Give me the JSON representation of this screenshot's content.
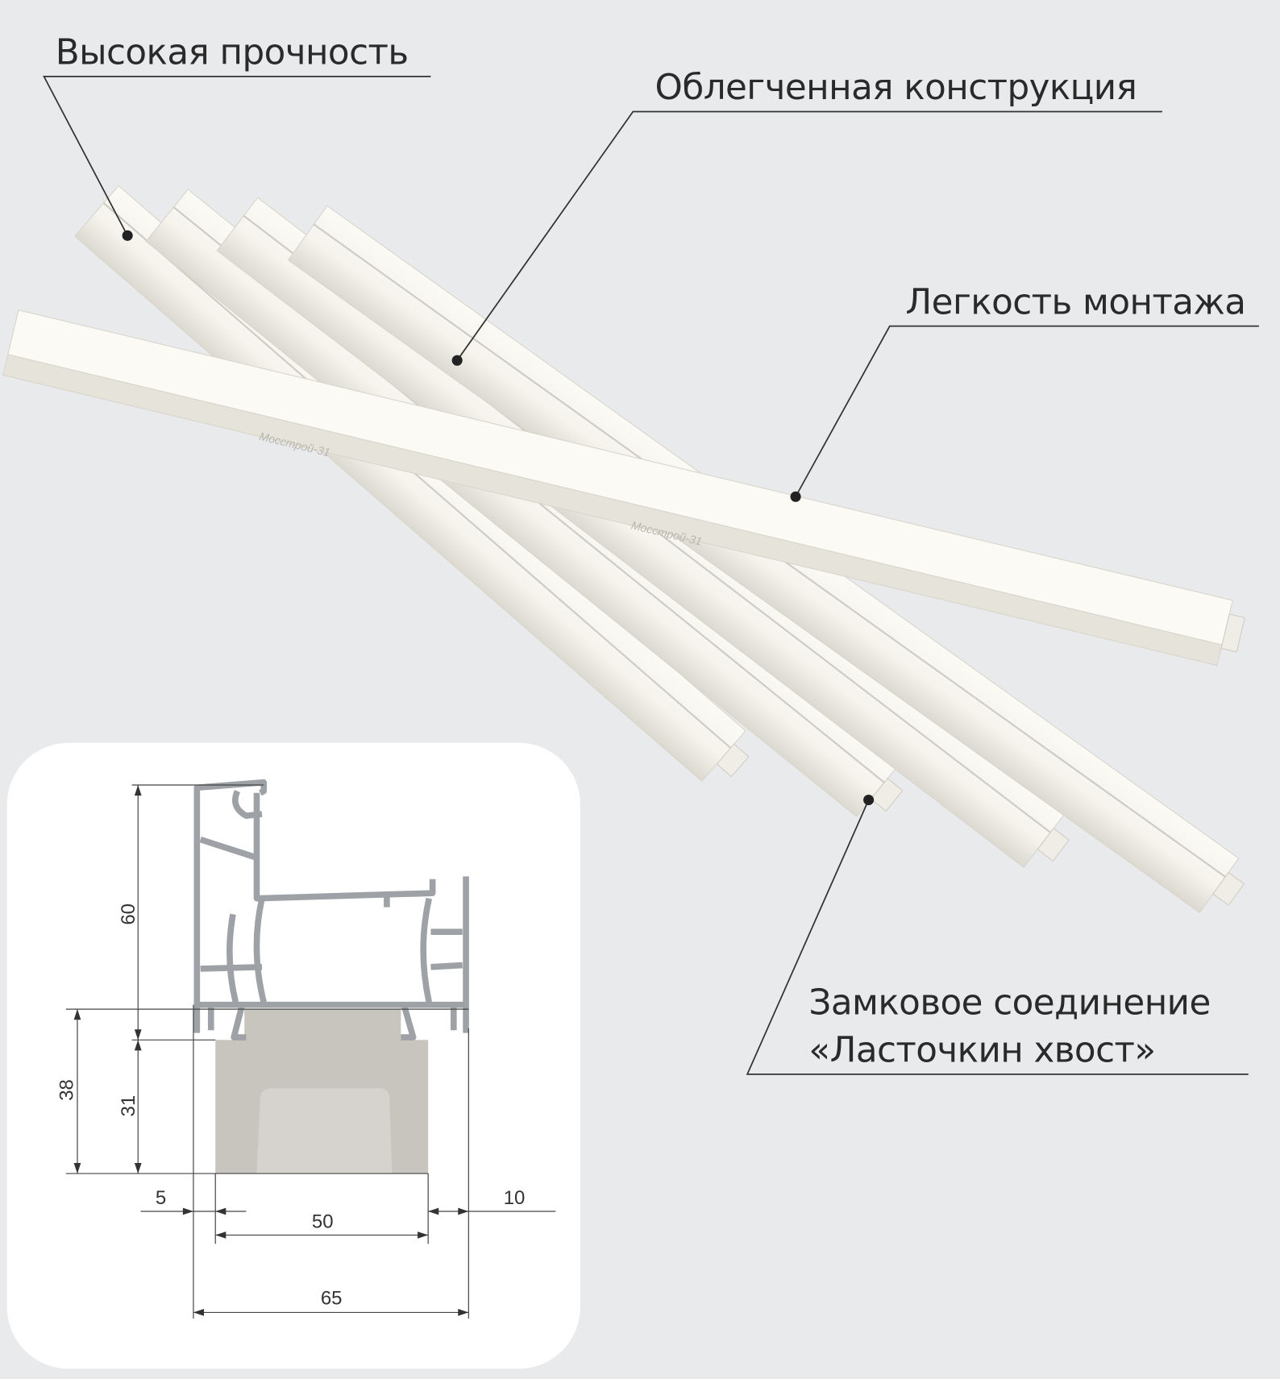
{
  "callouts": {
    "strength": "Высокая прочность",
    "lightweight": "Облегченная конструкция",
    "easy_mounting": "Легкость монтажа",
    "lock_line1": "Замковое соединение",
    "lock_line2": "«Ласточкин хвост»"
  },
  "brand_marking": "Мосстрой-31",
  "dimensions": {
    "height_profile": "60",
    "height_total": "38",
    "height_insert": "31",
    "offset_left": "5",
    "offset_right": "10",
    "insert_width": "50",
    "total_width": "65"
  },
  "colors": {
    "background": "#e9eaec",
    "strip": "#f8f6ef",
    "profile": "#a3a6aa",
    "insert": "#c8c4be"
  }
}
